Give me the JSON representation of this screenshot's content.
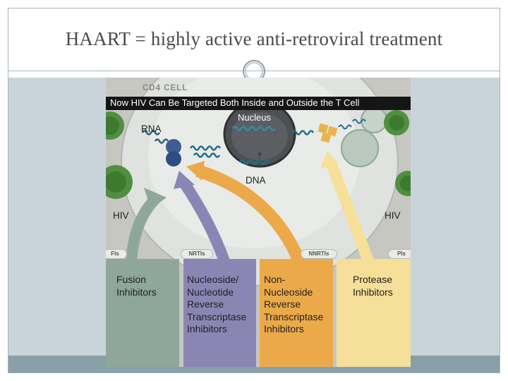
{
  "slide": {
    "title": "HAART = highly active anti-retroviral treatment"
  },
  "figure": {
    "cell_label": "CD4 CELL",
    "header": "Now HIV Can Be Targeted Both Inside and Outside the T Cell",
    "nucleus_label": "Nucleus",
    "rna_label": "RNA",
    "dna_label": "DNA",
    "hiv_left_label": "HIV",
    "hiv_right_label": "HIV",
    "pills": [
      "FIs",
      "NRTIs",
      "NNRTIs",
      "PIs"
    ],
    "columns": [
      {
        "lines": [
          "Fusion",
          "Inhibitors"
        ],
        "color": "#8ea79a"
      },
      {
        "lines": [
          "Nucleoside/",
          "Nucleotide",
          "Reverse",
          "Transcriptase",
          "Inhibitors"
        ],
        "color": "#8a86b4"
      },
      {
        "lines": [
          "Non-",
          "Nucleoside",
          "Reverse",
          "Transcriptase",
          "Inhibitors"
        ],
        "color": "#eca94a"
      },
      {
        "lines": [
          "Protease",
          "Inhibitors"
        ],
        "color": "#f6df98"
      }
    ]
  },
  "colors": {
    "title_text": "#4a4a4a",
    "frame": "#a9b4bb",
    "band": "#c9d4da",
    "band_bottom": "#8aa0a8",
    "virus_green": "#4f8f3f"
  }
}
